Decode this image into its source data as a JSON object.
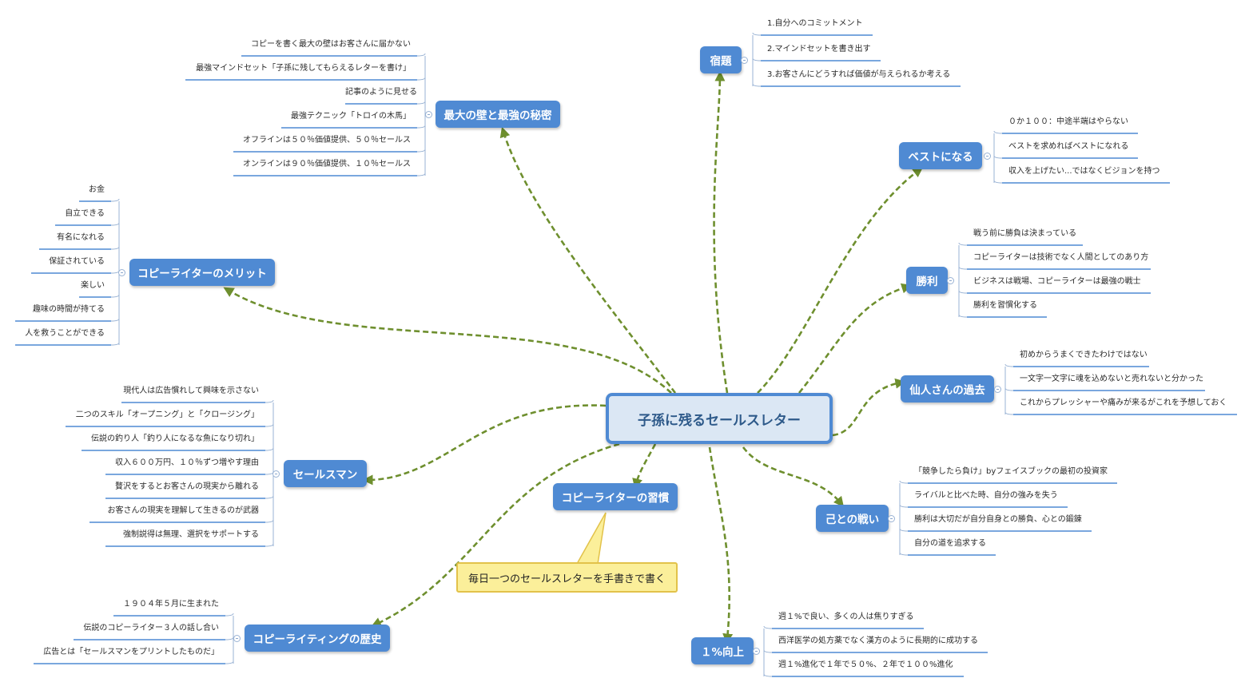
{
  "central": "子孫に残るセールスレター",
  "callout": "毎日一つのセールスレターを手書きで書く",
  "branches": [
    {
      "id": "biggest-wall",
      "title": "最大の壁と最強の秘密",
      "side": "left",
      "items": [
        "コピーを書く最大の壁はお客さんに届かない",
        "最強マインドセット「子孫に残してもらえるレターを書け」",
        "記事のように見せる",
        "最強テクニック「トロイの木馬」",
        "オフラインは５０％価値提供、５０％セールス",
        "オンラインは９０％価値提供、１０％セールス"
      ]
    },
    {
      "id": "copywriter-merit",
      "title": "コピーライターのメリット",
      "side": "left",
      "items": [
        "お金",
        "自立できる",
        "有名になれる",
        "保証されている",
        "楽しい",
        "趣味の時間が持てる",
        "人を救うことができる"
      ]
    },
    {
      "id": "salesman",
      "title": "セールスマン",
      "side": "left",
      "items": [
        "現代人は広告慣れして興味を示さない",
        "二つのスキル「オープニング」と「クロージング」",
        "伝説の釣り人「釣り人になるな魚になり切れ」",
        "収入６００万円、１０％ずつ増やす理由",
        "贅沢をするとお客さんの現実から離れる",
        "お客さんの現実を理解して生きるのが武器",
        "強制説得は無理、選択をサポートする"
      ]
    },
    {
      "id": "copywriting-history",
      "title": "コピーライティングの歴史",
      "side": "left",
      "items": [
        "１９０４年５月に生まれた",
        "伝説のコピーライター３人の話し合い",
        "広告とは「セールスマンをプリントしたものだ」"
      ]
    },
    {
      "id": "homework",
      "title": "宿題",
      "side": "right",
      "items": [
        "1.自分へのコミットメント",
        "2.マインドセットを書き出す",
        "3.お客さんにどうすれば価値が与えられるか考える"
      ]
    },
    {
      "id": "be-best",
      "title": "ベストになる",
      "side": "right",
      "items": [
        "０か１００：中途半端はやらない",
        "ベストを求めればベストになれる",
        "収入を上げたい...ではなくビジョンを持つ"
      ]
    },
    {
      "id": "victory",
      "title": "勝利",
      "side": "right",
      "items": [
        "戦う前に勝負は決まっている",
        "コピーライターは技術でなく人間としてのあり方",
        "ビジネスは戦場、コピーライターは最強の戦士",
        "勝利を習慣化する"
      ]
    },
    {
      "id": "sennin-past",
      "title": "仙人さんの過去",
      "side": "right",
      "items": [
        "初めからうまくできたわけではない",
        "一文字一文字に魂を込めないと売れないと分かった",
        "これからプレッシャーや痛みが来るがこれを予想しておく"
      ]
    },
    {
      "id": "self-battle",
      "title": "己との戦い",
      "side": "right",
      "items": [
        "「競争したら負け」byフェイスブックの最初の投資家",
        "ライバルと比べた時、自分の強みを失う",
        "勝利は大切だが自分自身との勝負、心との鍛錬",
        "自分の道を追求する"
      ]
    },
    {
      "id": "one-percent",
      "title": "１%向上",
      "side": "right",
      "items": [
        "週１%で良い、多くの人は焦りすぎる",
        "西洋医学の処方薬でなく漢方のように長期的に成功する",
        "週１%進化で１年で５０%、２年で１００%進化"
      ]
    },
    {
      "id": "copywriter-habit",
      "title": "コピーライターの習慣",
      "side": "right",
      "items": []
    }
  ],
  "colors": {
    "node": "#4f8ad3",
    "central_fill": "#dbe7f4",
    "connector": "#6e8f2e",
    "leaf_line": "#4f8ad3",
    "callout": "#fbef9a"
  }
}
